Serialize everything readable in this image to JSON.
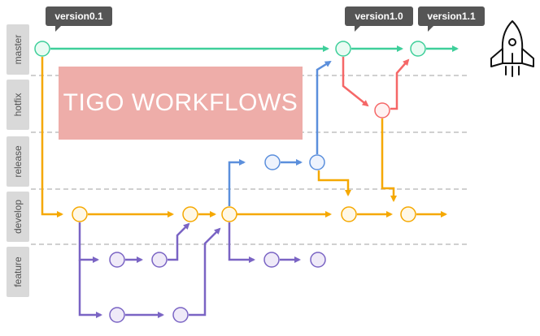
{
  "title": "TIGO WORKFLOWS",
  "lanes": [
    "master",
    "hotfix",
    "release",
    "develop",
    "feature"
  ],
  "tags": [
    "version0.1",
    "version1.0",
    "version1.1"
  ],
  "colors": {
    "master": "#3ecf9a",
    "hotfix": "#f56767",
    "release": "#5b8fdc",
    "develop": "#f5a800",
    "feature": "#7a64c4",
    "lane_label_bg": "#d9d9d9",
    "title_bg": "#eeada9",
    "tag_bg": "#555555"
  },
  "icons": [
    "rocket-icon"
  ]
}
